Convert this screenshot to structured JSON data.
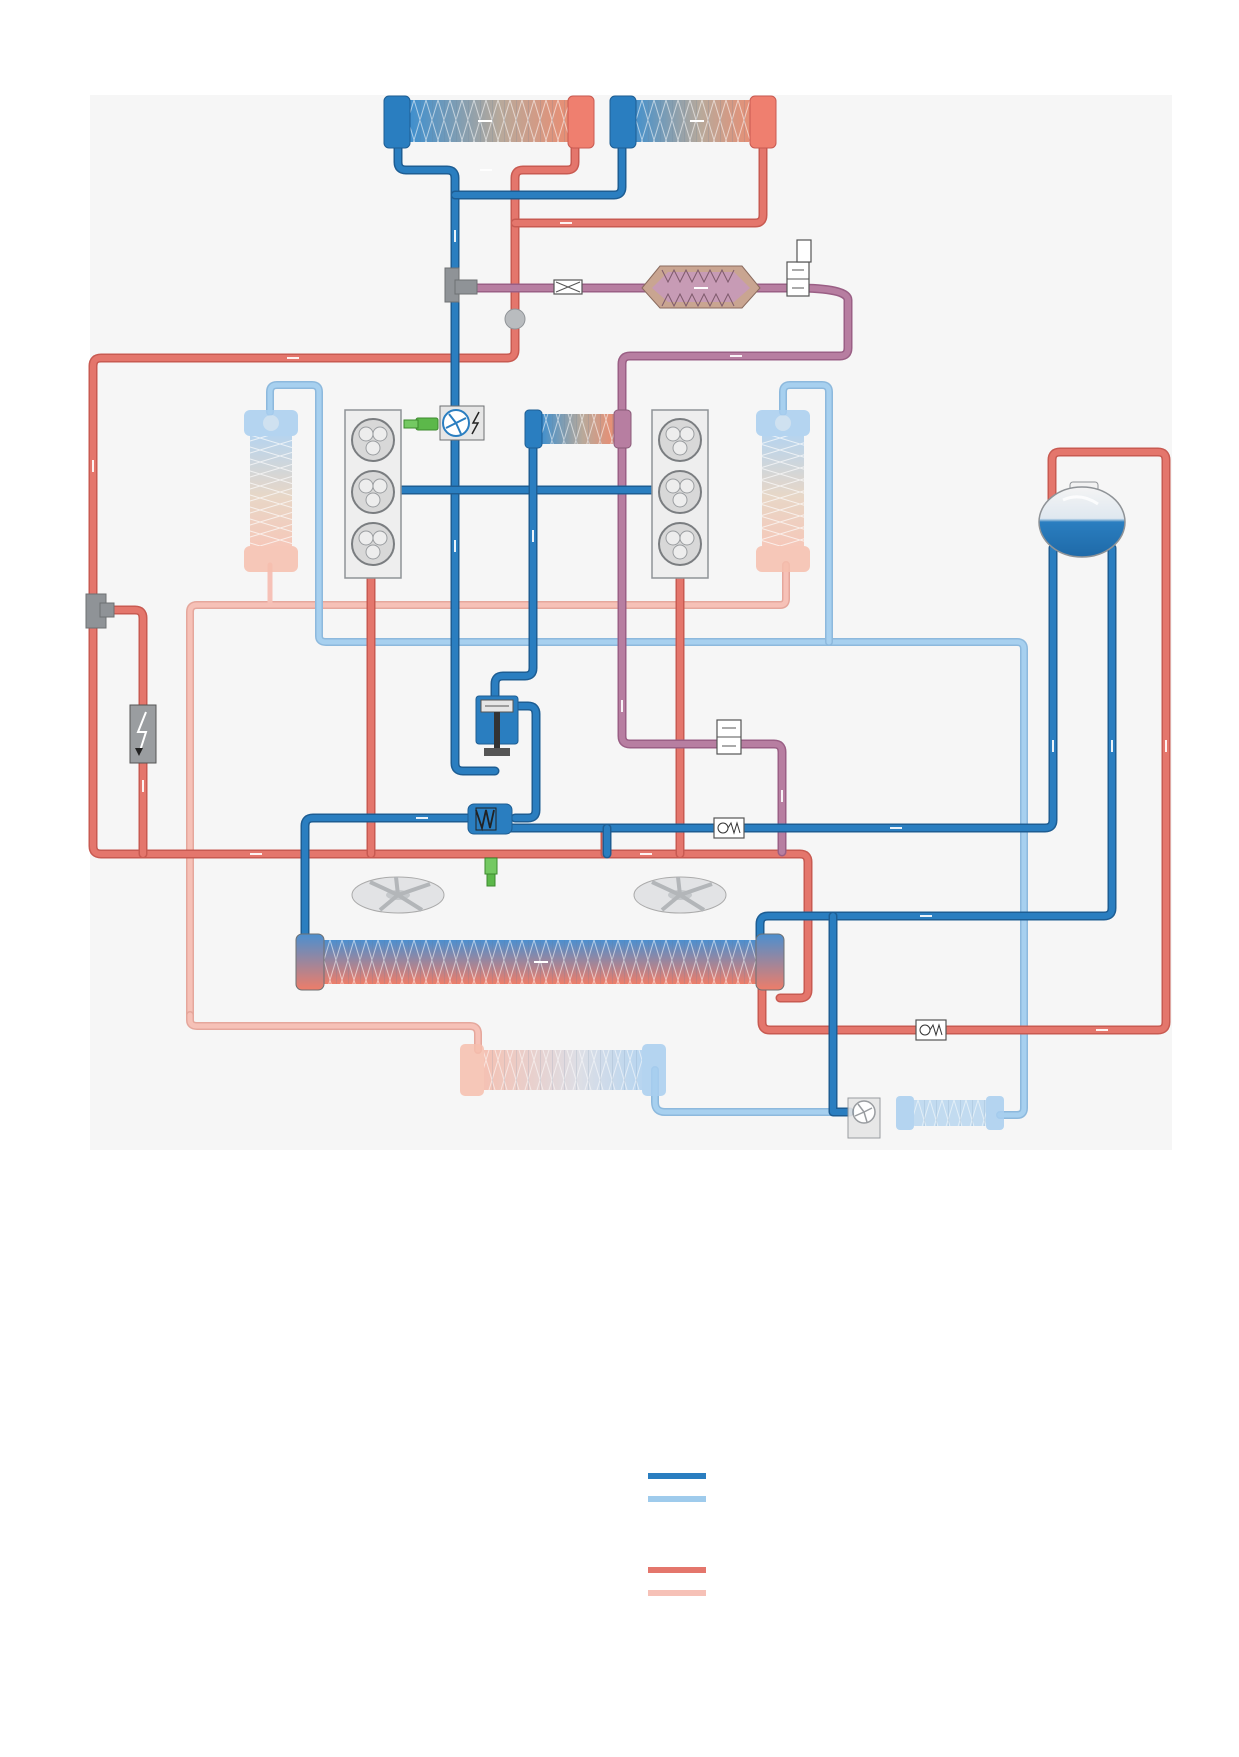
{
  "diagram": {
    "title": "",
    "colors": {
      "panel": "#f6f6f6",
      "coolant_cold": "#2a7ec0",
      "coolant_cold_light": "#9fcbec",
      "coolant_hot": "#e4766c",
      "coolant_hot_light": "#f6c1b7",
      "vent": "#b77ea1",
      "housing": "#8f9397",
      "sensor": "#5cb84a",
      "engine_block": "#eeeeee"
    },
    "components": [
      {
        "id": "heater-core-left",
        "icon": "heat-exchanger-icon"
      },
      {
        "id": "heater-core-right",
        "icon": "heat-exchanger-icon"
      },
      {
        "id": "egr-cooler",
        "icon": "egr-cooler-icon"
      },
      {
        "id": "shutoff-valve-top",
        "icon": "solenoid-valve-icon"
      },
      {
        "id": "shutoff-valve-mid",
        "icon": "solenoid-valve-icon"
      },
      {
        "id": "restrictor",
        "icon": "restrictor-icon"
      },
      {
        "id": "electric-pump",
        "icon": "electric-pump-icon"
      },
      {
        "id": "temperature-sensor",
        "icon": "temperature-sensor-icon"
      },
      {
        "id": "oil-cooler",
        "icon": "heat-exchanger-icon"
      },
      {
        "id": "turbo-cooler-left",
        "icon": "heat-exchanger-icon"
      },
      {
        "id": "turbo-cooler-right",
        "icon": "heat-exchanger-icon"
      },
      {
        "id": "cylinder-bank-left",
        "icon": "cylinder-bank-icon"
      },
      {
        "id": "cylinder-bank-right",
        "icon": "cylinder-bank-icon"
      },
      {
        "id": "thermostat-electric",
        "icon": "thermostat-icon"
      },
      {
        "id": "heating-element",
        "icon": "heating-element-icon"
      },
      {
        "id": "mechanical-pump",
        "icon": "water-pump-icon"
      },
      {
        "id": "thermostat",
        "icon": "thermostat-icon"
      },
      {
        "id": "check-valve-1",
        "icon": "check-valve-icon"
      },
      {
        "id": "check-valve-2",
        "icon": "check-valve-icon"
      },
      {
        "id": "expansion-tank",
        "icon": "expansion-tank-icon"
      },
      {
        "id": "fan-left",
        "icon": "fan-icon"
      },
      {
        "id": "fan-right",
        "icon": "fan-icon"
      },
      {
        "id": "main-radiator",
        "icon": "radiator-icon"
      },
      {
        "id": "low-temp-radiator",
        "icon": "radiator-icon"
      },
      {
        "id": "auxiliary-pump",
        "icon": "electric-pump-icon"
      },
      {
        "id": "auxiliary-cooler",
        "icon": "heat-exchanger-icon"
      }
    ],
    "legend": [
      {
        "id": "cold-main",
        "color": "#2a7ec0",
        "label": ""
      },
      {
        "id": "cold-secondary",
        "color": "#9fcbec",
        "label": ""
      },
      {
        "id": "hot-main",
        "color": "#e4766c",
        "label": ""
      },
      {
        "id": "hot-secondary",
        "color": "#f6c1b7",
        "label": ""
      }
    ]
  }
}
